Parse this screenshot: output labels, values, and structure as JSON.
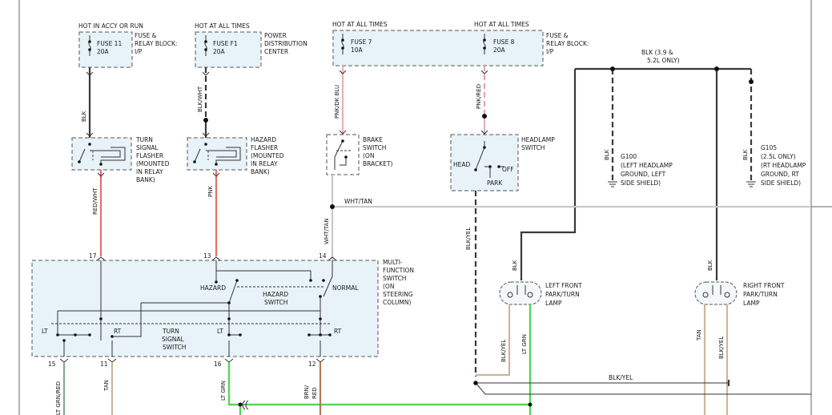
{
  "fuses": {
    "f11_header": "HOT IN ACCY OR RUN",
    "f11_label": "FUSE 11",
    "f11_rating": "20A",
    "f11_block": "FUSE &",
    "f11_block2": "RELAY BLOCK:",
    "f11_block3": "I/P",
    "f1_header": "HOT AT ALL TIMES",
    "f1_label": "FUSE F1",
    "f1_rating": "20A",
    "f1_center": "POWER",
    "f1_center2": "DISTRIBUTION",
    "f1_center3": "CENTER",
    "f7_header": "HOT AT ALL TIMES",
    "f7_label": "FUSE 7",
    "f7_rating": "10A",
    "f8_header": "HOT AT ALL TIMES",
    "f8_label": "FUSE 8",
    "f8_rating": "20A",
    "f78_block": "FUSE &",
    "f78_block2": "RELAY BLOCK:",
    "f78_block3": "I/P"
  },
  "wires": {
    "blk": "BLK",
    "blk_wht": "BLK/WHT",
    "pnk_dk_blu": "PNK/DK BLU",
    "pnk_red": "PNK/RED",
    "red_wht": "RED/WHT",
    "pnk": "PNK",
    "wht_tan": "WHT/TAN",
    "wht_tan_h": "WHT/TAN",
    "blk_yel_main": "BLK/YEL",
    "blk_top": "BLK (3.9 &",
    "blk_top2": "5.2L ONLY)",
    "blk_g100": "BLK",
    "blk_g105": "BLK",
    "blk_lf": "BLK",
    "blk_rf": "BLK",
    "blk_yel_lf": "BLK/YEL",
    "lt_grn_lf": "LT GRN",
    "tan_rf": "TAN",
    "blk_yel_rf": "BLK/YEL",
    "blk_yel_h": "BLK/YEL",
    "lt_grn_red": "LT GRN/RED",
    "tan_b": "TAN",
    "lt_grn_b": "LT GRN",
    "brn_red": "BRN/",
    "brn_red2": "RED"
  },
  "components": {
    "turn_flasher": [
      "TURN",
      "SIGNAL",
      "FLASHER",
      "(MOUNTED",
      "IN RELAY",
      "BANK)"
    ],
    "hazard_flasher": [
      "HAZARD",
      "FLASHER",
      "(MOUNTED",
      "IN RELAY",
      "BANK)"
    ],
    "brake_switch": [
      "BRAKE",
      "SWITCH",
      "(ON",
      "BRACKET)"
    ],
    "headlamp_switch": [
      "HEADLAMP",
      "SWITCH"
    ],
    "head": "HEAD",
    "off": "OFF",
    "park": "PARK",
    "g100": [
      "G100",
      "(LEFT HEADLAMP",
      "GROUND, LEFT",
      "SIDE SHIELD)"
    ],
    "g105": [
      "G105",
      "(2.5L ONLY)",
      "(RT HEADLAMP",
      "GROUND, RT",
      "SIDE SHIELD)"
    ],
    "multi_function": [
      "MULTI-",
      "FUNCTION",
      "SWITCH",
      "(ON",
      "STEERING",
      "COLUMN)"
    ],
    "hazard": "HAZARD",
    "normal": "NORMAL",
    "hazard_switch": [
      "HAZARD",
      "SWITCH"
    ],
    "turn_signal_switch": [
      "TURN",
      "SIGNAL",
      "SWITCH"
    ],
    "lt_left": "LT",
    "rt_left": "RT",
    "lt_right": "LT",
    "rt_right": "RT",
    "lf_lamp": [
      "LEFT FRONT",
      "PARK/TURN",
      "LAMP"
    ],
    "rf_lamp": [
      "RIGHT FRONT",
      "PARK/TURN",
      "LAMP"
    ]
  },
  "pins": {
    "p17": "17",
    "p13": "13",
    "p14": "14",
    "p15": "15",
    "p11": "11",
    "p16": "16",
    "p12": "12"
  }
}
